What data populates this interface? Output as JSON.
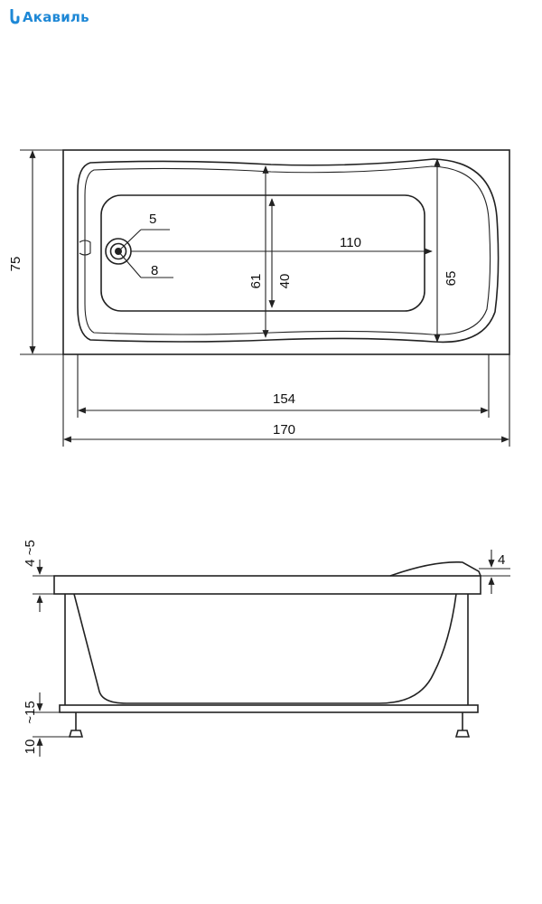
{
  "brand": {
    "name": "Акавиль",
    "icon": "water-drop-icon",
    "color": "#1e88d6"
  },
  "top_view": {
    "length_total": "170",
    "length_inner": "154",
    "width_total": "75",
    "inner_length": "110",
    "width_mid": "61",
    "bottom_width": "40",
    "width_head": "65",
    "drain_callout_a": "5",
    "drain_callout_b": "8"
  },
  "side_view": {
    "rim_height": "4 ~5",
    "head_rest": "4",
    "panel_gap": "~15",
    "leg_height": "10"
  }
}
